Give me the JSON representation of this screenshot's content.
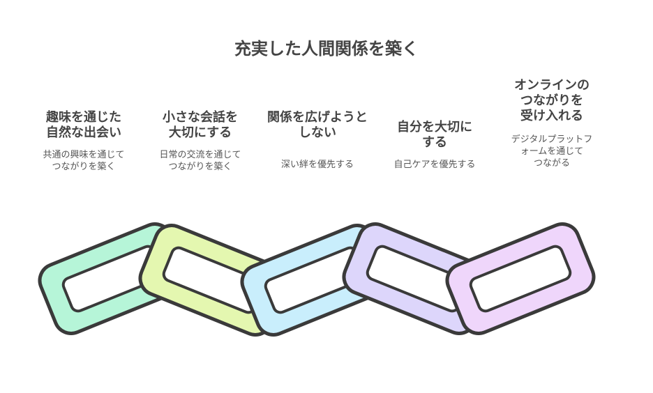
{
  "title": "充実した人間関係を築く",
  "items": [
    {
      "title": "趣味を通じた\n自然な出会い",
      "desc": "共通の興味を通じて\nつながりを築く",
      "color": "#b6f5d8"
    },
    {
      "title": "小さな会話を\n大切にする",
      "desc": "日常の交流を通じて\nつながりを築く",
      "color": "#e4f7b0"
    },
    {
      "title": "関係を広げようと\nしない",
      "desc": "深い絆を優先する",
      "color": "#c9eefc"
    },
    {
      "title": "自分を大切に\nする",
      "desc": "自己ケアを優先する",
      "color": "#ddd6fb"
    },
    {
      "title": "オンラインの\nつながりを\n受け入れる",
      "desc": "デジタルプラットフ\nォームを通じて\nつながる",
      "color": "#efd6fb"
    }
  ]
}
